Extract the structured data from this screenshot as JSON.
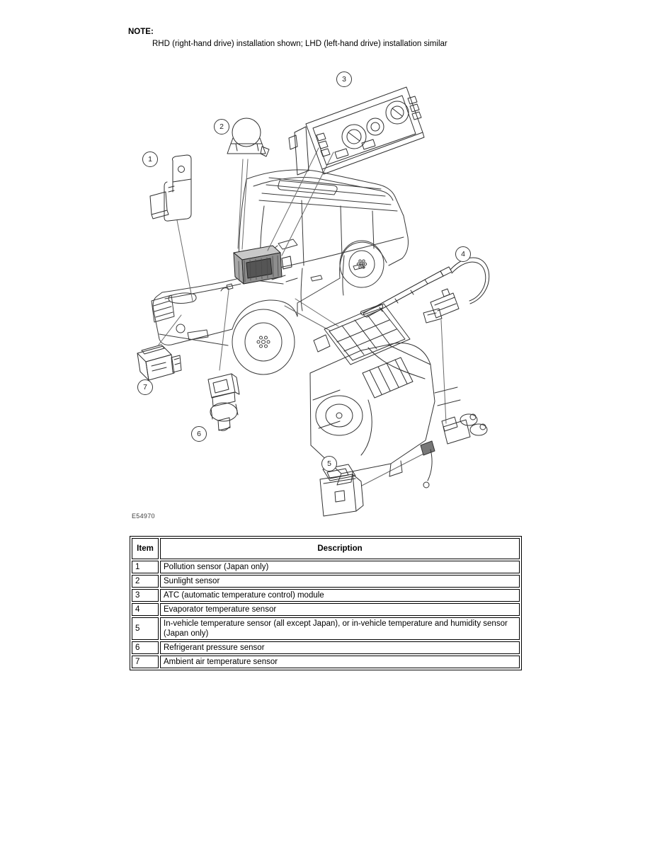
{
  "note": {
    "label": "NOTE:",
    "text": "RHD (right-hand drive) installation shown; LHD (left-hand drive) installation similar"
  },
  "figure": {
    "code": "E54970",
    "callouts": [
      {
        "number": "1",
        "component": "pollution-sensor"
      },
      {
        "number": "2",
        "component": "sunlight-sensor"
      },
      {
        "number": "3",
        "component": "atc-module"
      },
      {
        "number": "4",
        "component": "evaporator-temperature-sensor"
      },
      {
        "number": "5",
        "component": "in-vehicle-temperature-sensor"
      },
      {
        "number": "6",
        "component": "refrigerant-pressure-sensor"
      },
      {
        "number": "7",
        "component": "ambient-air-temperature-sensor"
      }
    ]
  },
  "table": {
    "headers": {
      "item": "Item",
      "description": "Description"
    },
    "rows": [
      {
        "item": "1",
        "description": "Pollution sensor (Japan only)"
      },
      {
        "item": "2",
        "description": "Sunlight sensor"
      },
      {
        "item": "3",
        "description": "ATC (automatic temperature control) module"
      },
      {
        "item": "4",
        "description": "Evaporator temperature sensor"
      },
      {
        "item": "5",
        "description": "In-vehicle temperature sensor (all except Japan), or in-vehicle temperature and humidity sensor (Japan only)"
      },
      {
        "item": "6",
        "description": "Refrigerant pressure sensor"
      },
      {
        "item": "7",
        "description": "Ambient air temperature sensor"
      }
    ]
  }
}
